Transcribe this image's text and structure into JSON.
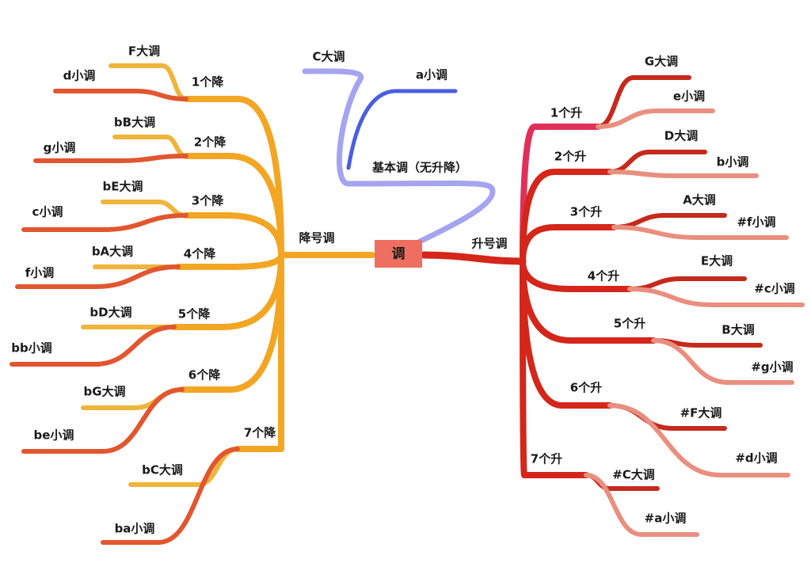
{
  "center": {
    "label": "调"
  },
  "basic": {
    "label": "基本调（无升降）",
    "major": "C大调",
    "minor": "a小调"
  },
  "flats": {
    "label": "降号调",
    "branches": [
      {
        "label": "1个降",
        "major": "F大调",
        "minor": "d小调"
      },
      {
        "label": "2个降",
        "major": "bB大调",
        "minor": "g小调"
      },
      {
        "label": "3个降",
        "major": "bE大调",
        "minor": "c小调"
      },
      {
        "label": "4个降",
        "major": "bA大调",
        "minor": "f小调"
      },
      {
        "label": "5个降",
        "major": "bD大调",
        "minor": "bb小调"
      },
      {
        "label": "6个降",
        "major": "bG大调",
        "minor": "be小调"
      },
      {
        "label": "7个降",
        "major": "bC大调",
        "minor": "ba小调"
      }
    ]
  },
  "sharps": {
    "label": "升号调",
    "branches": [
      {
        "label": "1个升",
        "major": "G大调",
        "minor": "e小调"
      },
      {
        "label": "2个升",
        "major": "D大调",
        "minor": "b小调"
      },
      {
        "label": "3个升",
        "major": "A大调",
        "minor": "#f小调"
      },
      {
        "label": "4个升",
        "major": "E大调",
        "minor": "#c小调"
      },
      {
        "label": "5个升",
        "major": "B大调",
        "minor": "#g小调"
      },
      {
        "label": "6个升",
        "major": "#F大调",
        "minor": "#d小调"
      },
      {
        "label": "7个升",
        "major": "#C大调",
        "minor": "#a小调"
      }
    ]
  },
  "colors": {
    "flat_branch": "#f2a623",
    "flat_major": "#efb43a",
    "flat_minor": "#e2562f",
    "sharp_branch": "#d4261a",
    "sharp_major": "#c52a1c",
    "sharp_minor": "#e98f7f",
    "basic_outer": "#a4a4f0",
    "basic_inner": "#4a5ee0",
    "center_fill": "#ee6f5f"
  }
}
